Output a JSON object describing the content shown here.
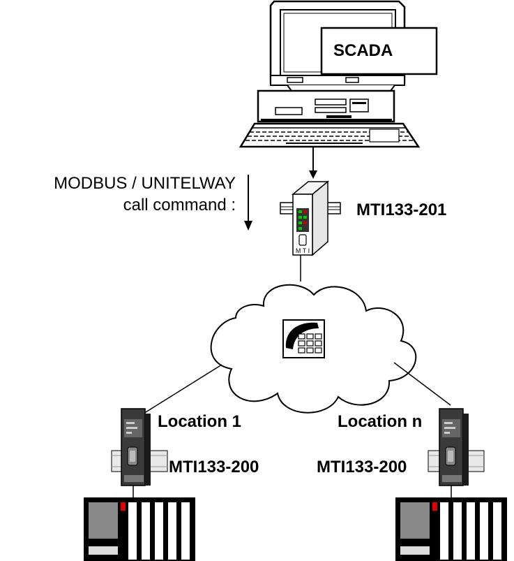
{
  "scada": {
    "label": "SCADA"
  },
  "command": {
    "line1": "MODBUS / UNITELWAY",
    "line2": "call command :"
  },
  "master_modem": {
    "label": "MTI133-201",
    "face_text": "M T I"
  },
  "remote_1": {
    "location": "Location 1",
    "modem": "MTI133-200"
  },
  "remote_n": {
    "location": "Location n",
    "modem": "MTI133-200"
  }
}
